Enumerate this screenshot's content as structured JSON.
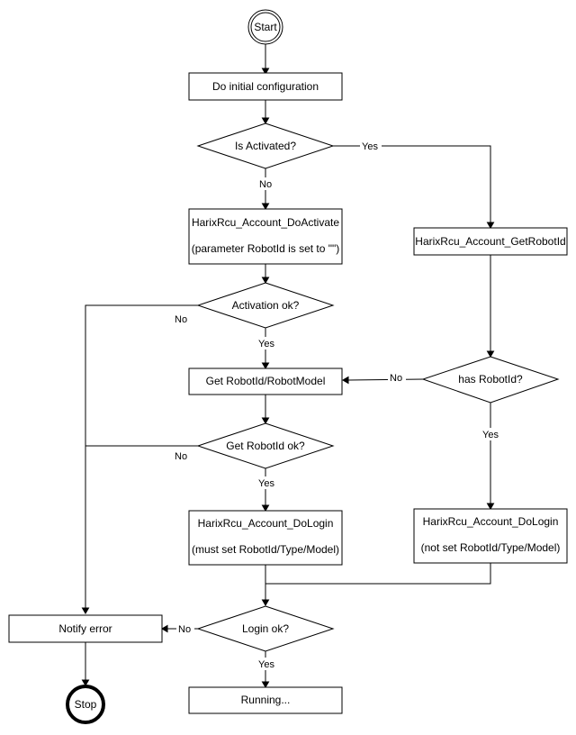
{
  "nodes": {
    "start": "Start",
    "initial_config": "Do initial configuration",
    "is_activated": "Is Activated?",
    "do_activate_line1": "HarixRcu_Account_DoActivate",
    "do_activate_line2": "(parameter RobotId is set to \"\")",
    "get_robot_id_right": "HarixRcu_Account_GetRobotId",
    "activation_ok": "Activation ok?",
    "get_robotid_model": "Get RobotId/RobotModel",
    "has_robot_id": "has RobotId?",
    "get_robot_id_ok": "Get RobotId ok?",
    "do_login_left_line1": "HarixRcu_Account_DoLogin",
    "do_login_left_line2": "(must set RobotId/Type/Model)",
    "do_login_right_line1": "HarixRcu_Account_DoLogin",
    "do_login_right_line2": "(not set RobotId/Type/Model)",
    "notify_error": "Notify error",
    "login_ok": "Login ok?",
    "running": "Running...",
    "stop": "Stop"
  },
  "edge_labels": {
    "is_activated_yes": "Yes",
    "is_activated_no": "No",
    "activation_ok_no": "No",
    "activation_ok_yes": "Yes",
    "has_robot_id_no": "No",
    "has_robot_id_yes": "Yes",
    "get_robot_id_ok_no": "No",
    "get_robot_id_ok_yes": "Yes",
    "login_ok_no": "No",
    "login_ok_yes": "Yes"
  }
}
